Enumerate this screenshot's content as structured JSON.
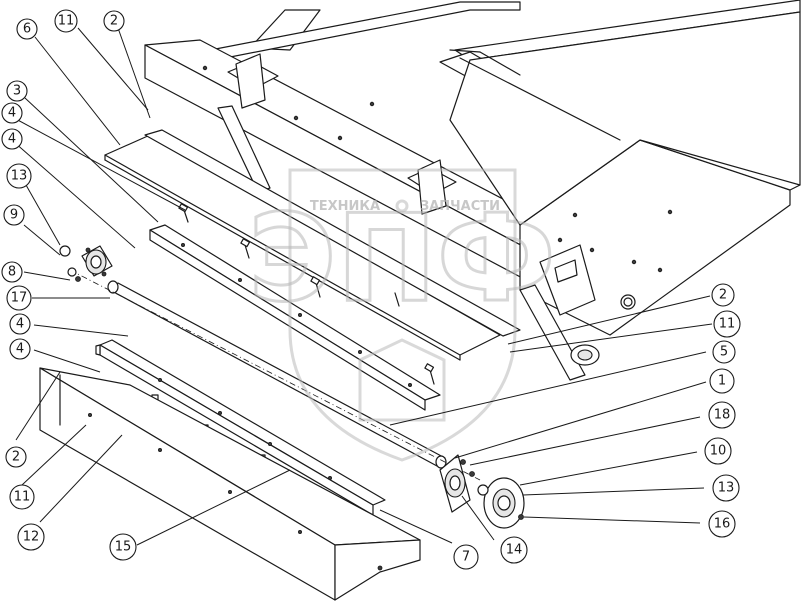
{
  "watermark": {
    "brand_word_left": "ТЕХНИКА",
    "brand_word_right": "ЗАПЧАСТИ",
    "monogram": "ЭПФ"
  },
  "callouts": [
    {
      "id": "c6a",
      "label": "6"
    },
    {
      "id": "c11a",
      "label": "11"
    },
    {
      "id": "c2a",
      "label": "2"
    },
    {
      "id": "c3",
      "label": "3"
    },
    {
      "id": "c4a",
      "label": "4"
    },
    {
      "id": "c4b",
      "label": "4"
    },
    {
      "id": "c13a",
      "label": "13"
    },
    {
      "id": "c9",
      "label": "9"
    },
    {
      "id": "c8",
      "label": "8"
    },
    {
      "id": "c17",
      "label": "17"
    },
    {
      "id": "c4c",
      "label": "4"
    },
    {
      "id": "c4d",
      "label": "4"
    },
    {
      "id": "c2b",
      "label": "2"
    },
    {
      "id": "c11b",
      "label": "11"
    },
    {
      "id": "c12",
      "label": "12"
    },
    {
      "id": "c15",
      "label": "15"
    },
    {
      "id": "c7",
      "label": "7"
    },
    {
      "id": "c14",
      "label": "14"
    },
    {
      "id": "c16",
      "label": "16"
    },
    {
      "id": "c13b",
      "label": "13"
    },
    {
      "id": "c10",
      "label": "10"
    },
    {
      "id": "c18",
      "label": "18"
    },
    {
      "id": "c1",
      "label": "1"
    },
    {
      "id": "c5",
      "label": "5"
    },
    {
      "id": "c11c",
      "label": "11"
    },
    {
      "id": "c2c",
      "label": "2"
    }
  ]
}
